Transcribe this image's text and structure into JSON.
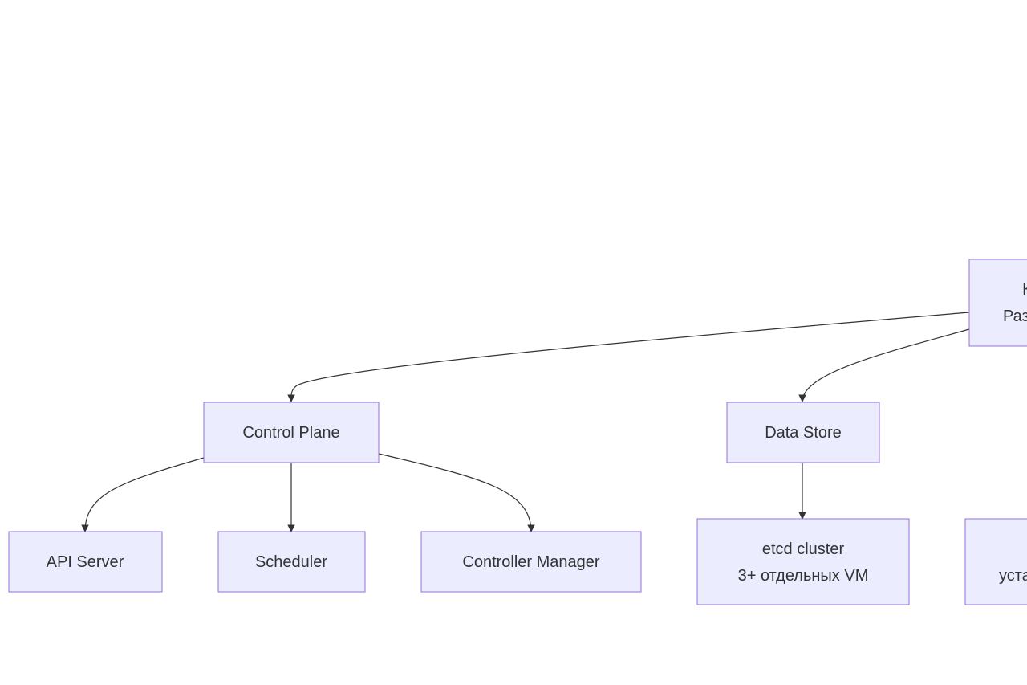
{
  "nodes": {
    "root": {
      "line1": "К",
      "line2": "Раз"
    },
    "control_plane": "Control Plane",
    "data_store": "Data Store",
    "api_server": "API Server",
    "scheduler": "Scheduler",
    "controller_manager": "Controller Manager",
    "etcd": {
      "line1": "etcd cluster",
      "line2": "3+ отдельных VM"
    },
    "right_bottom": {
      "line1": "уста"
    }
  },
  "colors": {
    "node_fill": "#ececff",
    "node_border": "#9370db",
    "edge": "#333333",
    "text": "#333333"
  }
}
